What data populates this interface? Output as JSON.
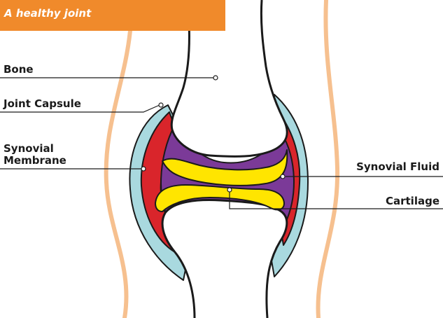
{
  "title": "A healthy joint",
  "labels": {
    "bone": "Bone",
    "joint_capsule": "Joint Capsule",
    "synovial_membrane_line1": "Synovial",
    "synovial_membrane_line2": "Membrane",
    "synovial_fluid": "Synovial Fluid",
    "cartilage": "Cartilage"
  },
  "colors": {
    "banner": "#f08a2b",
    "skin_outline": "#f6c08f",
    "joint_capsule": "#a9d9df",
    "synovial_membrane": "#d9252b",
    "synovial_fluid": "#7b3a98",
    "cartilage": "#ffe500",
    "bone_outline": "#1a1a1a"
  }
}
